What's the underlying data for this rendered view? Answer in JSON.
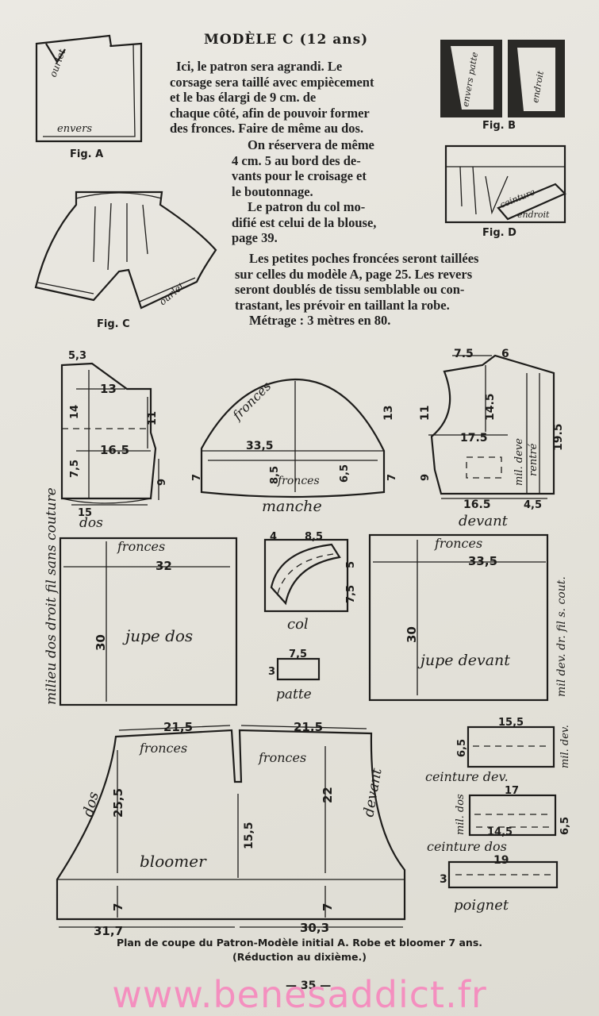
{
  "header": {
    "title": "MODÈLE C (12 ans)",
    "paragraphs": [
      "Ici, le patron sera agrandi. Le",
      "corsage sera taillé avec empiècement",
      "et le bas élargi de 9 cm. de",
      "chaque côté, afin de pouvoir former",
      "des fronces. Faire de même au dos."
    ],
    "p2": [
      "On réservera de même",
      "4 cm. 5 au bord des de-",
      "vants pour le croisage et",
      "le boutonnage."
    ],
    "p3": [
      "Le patron du col mo-",
      "difié est celui de la blouse,",
      "page 39."
    ],
    "p4": [
      "Les petites poches froncées seront taillées",
      "sur celles du modèle A, page 25. Les revers",
      "seront doublés de tissu semblable ou con-",
      "trastant, les prévoir en taillant la robe."
    ],
    "metrage": "Métrage : 3 mètres en 80."
  },
  "figures": {
    "a": "Fig. A",
    "b": "Fig. B",
    "c": "Fig. C",
    "d": "Fig. D",
    "ourlet": "ourlet",
    "envers": "envers",
    "envers_patte": "envers patte",
    "endroit": "endroit",
    "ceinture": "ceinture"
  },
  "patterns": {
    "dos": {
      "label": "dos",
      "m": [
        "5,3",
        "13",
        "14",
        "16.5",
        "11",
        "7,5",
        "9",
        "15"
      ],
      "fil": "milieu dos droit fil sans couture"
    },
    "manche": {
      "label": "manche",
      "fronces": "fronces",
      "m": [
        "33,5",
        "13",
        "8,5",
        "6,5",
        "7",
        "7"
      ]
    },
    "devant": {
      "label": "devant",
      "m": [
        "7.5",
        "6",
        "11",
        "14.5",
        "17.5",
        "19.5",
        "9",
        "16.5",
        "4,5"
      ],
      "milieu": "mil. deve",
      "rentre": "rentré"
    },
    "jupe_dos": {
      "label": "jupe dos",
      "fronces": "fronces",
      "m": [
        "32",
        "30"
      ]
    },
    "col": {
      "label": "col",
      "m": [
        "4",
        "8,5",
        "5",
        "7,5"
      ]
    },
    "patte": {
      "label": "patte",
      "m": [
        "7,5",
        "3"
      ]
    },
    "jupe_devant": {
      "label": "jupe devant",
      "fronces": "fronces",
      "m": [
        "33,5",
        "30"
      ],
      "fil": "mil dev. dr. fil s. cout."
    },
    "bloomer": {
      "label": "bloomer",
      "dos": "dos",
      "devant": "devant",
      "fronces": "fronces",
      "m": [
        "21,5",
        "21,5",
        "25,5",
        "15,5",
        "22",
        "7",
        "7",
        "31,7",
        "30,3"
      ]
    },
    "ceinture_dev": {
      "label": "ceinture dev.",
      "m": [
        "15,5",
        "6,5"
      ],
      "mil": "mil. dev."
    },
    "ceinture_dos": {
      "label": "ceinture dos",
      "m": [
        "17",
        "14,5",
        "6,5"
      ],
      "mil": "mil. dos"
    },
    "poignet": {
      "label": "poignet",
      "m": [
        "19",
        "3"
      ]
    }
  },
  "footer": {
    "caption1": "Plan de coupe du Patron-Modèle initial A. Robe et bloomer 7 ans.",
    "caption2": "(Réduction au dixième.)",
    "page": "— 35 —",
    "watermark": "www.benesaddict.fr"
  }
}
